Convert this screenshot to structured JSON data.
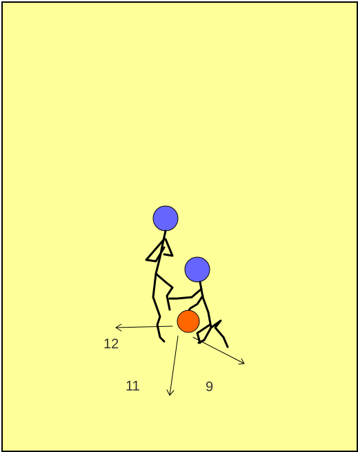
{
  "diagram": {
    "background_color": "#ffff99",
    "border_color": "#000000",
    "player_color": "#6666ff",
    "ball_color": "#ff6600",
    "line_color": "#000000",
    "players": [
      {
        "role": "defender",
        "icon": "stick-figure"
      },
      {
        "role": "ball-handler",
        "icon": "stick-figure"
      }
    ],
    "ball": {
      "icon": "basketball"
    },
    "pass_options": [
      {
        "label": "12",
        "direction": "left"
      },
      {
        "label": "11",
        "direction": "down"
      },
      {
        "label": "9",
        "direction": "down-right"
      }
    ]
  }
}
